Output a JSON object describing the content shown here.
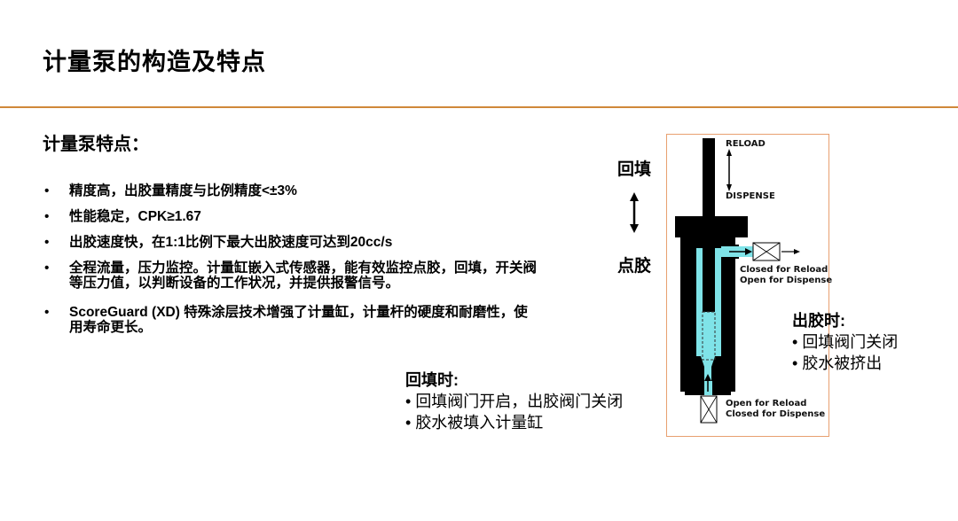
{
  "page": {
    "title": "计量泵的构造及特点",
    "accent_color": "#D0883A"
  },
  "features": {
    "heading": "计量泵特点：",
    "items": [
      "精度高，出胶量精度与比例精度<±3%",
      "性能稳定，CPK≥1.67",
      "出胶速度快，在1:1比例下最大出胶速度可达到20cc/s",
      "全程流量，压力监控。计量缸嵌入式传感器，能有效监控点胶，回填，开关阀等压力值，以判断设备的工作状况，并提供报警信号。",
      "ScoreGuard (XD) 特殊涂层技术增强了计量缸，计量杆的硬度和耐磨性，使用寿命更长。"
    ]
  },
  "mode_labels": {
    "top": "回填",
    "bottom": "点胶",
    "arrow_icon": "double-vertical-arrow-icon"
  },
  "reload_note": {
    "heading": "回填时:",
    "items": [
      "回填阀门开启，出胶阀门关闭",
      "胶水被填入计量缸"
    ]
  },
  "dispense_note": {
    "heading": "出胶时:",
    "items": [
      "回填阀门关闭",
      "胶水被挤出"
    ]
  },
  "diagram": {
    "label_reload": "RELOAD",
    "label_dispense": "DISPENSE",
    "outlet_valve": [
      "Closed for Reload",
      "Open for Dispense"
    ],
    "inlet_valve": [
      "Open for Reload",
      "Closed for Dispense"
    ],
    "fluid_color": "#7FE3E8",
    "body_color": "#000000",
    "border_color": "#E8A070"
  }
}
